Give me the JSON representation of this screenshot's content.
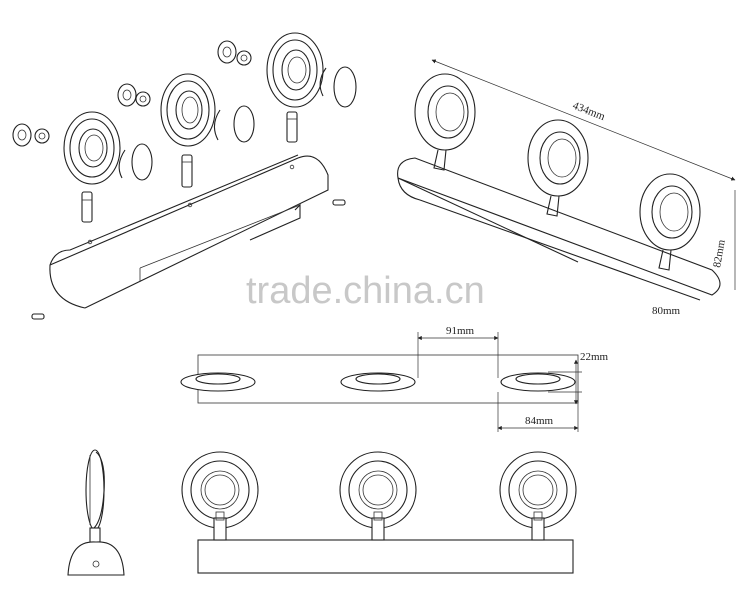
{
  "watermark": "trade.china.cn",
  "dimensions": {
    "length": "434mm",
    "height": "82mm",
    "depth_partial": "80mm",
    "spacing": "91mm",
    "disc_thickness": "22mm",
    "disc_diameter": "84mm"
  },
  "colors": {
    "line": "#222222",
    "watermark": "#c8c8c8"
  }
}
